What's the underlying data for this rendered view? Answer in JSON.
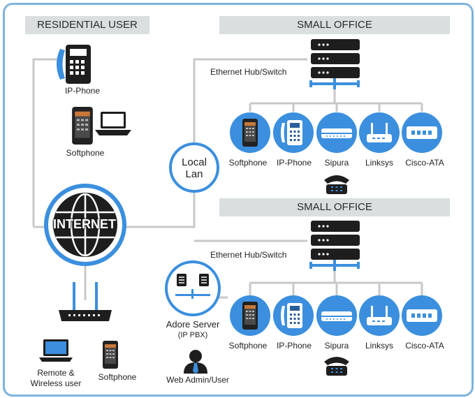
{
  "sections": {
    "residential": "RESIDENTIAL USER",
    "office_top": "SMALL OFFICE",
    "office_bottom": "SMALL OFFICE"
  },
  "hub_label": "Ethernet Hub/Switch",
  "hub_label_2": "Ethernet Hub/Switch",
  "residential_devices": {
    "ip_phone": "IP-Phone",
    "softphone": "Softphone"
  },
  "local_lan": {
    "line1": "Local",
    "line2": "Lan"
  },
  "internet": "INTERNET",
  "remote": {
    "line1": "Remote &",
    "line2": "Wireless user",
    "softphone": "Softphone"
  },
  "adore": {
    "title": "Adore Server",
    "sub": "(IP PBX)",
    "admin": "Web Admin/User"
  },
  "office_devices": [
    "Softphone",
    "IP-Phone",
    "Sipura",
    "Linksys",
    "Cisco-ATA"
  ],
  "office_devices_2": [
    "Softphone",
    "IP-Phone",
    "Sipura",
    "Linksys",
    "Cisco-ATA"
  ],
  "colors": {
    "accent": "#3b8fde",
    "dark": "#1e1e1e",
    "line": "#c8c8c8",
    "banner": "#d9dede"
  }
}
